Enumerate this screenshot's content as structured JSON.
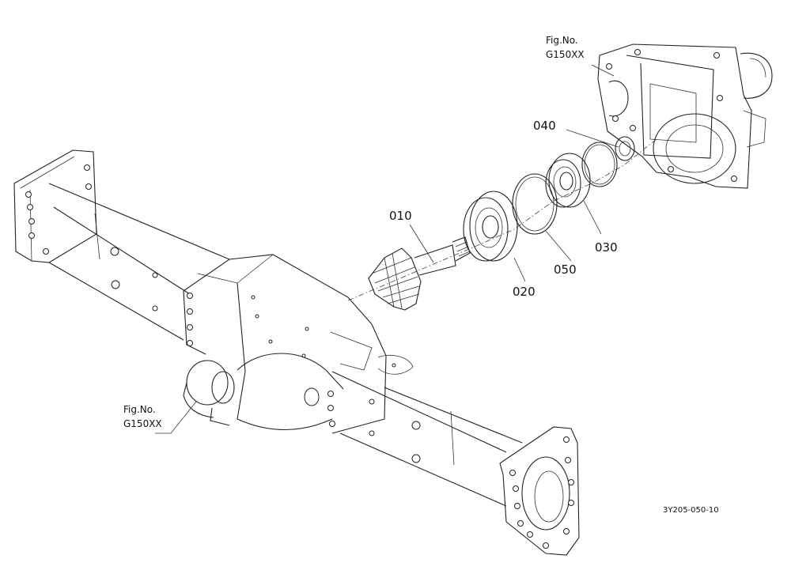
{
  "parts": [
    {
      "id": "010"
    },
    {
      "id": "020"
    },
    {
      "id": "030"
    },
    {
      "id": "040"
    },
    {
      "id": "050"
    }
  ],
  "fig_refs": [
    {
      "line1": "Fig.No.",
      "line2": "G150XX"
    },
    {
      "line1": "Fig.No.",
      "line2": "G150XX"
    }
  ],
  "drawing_code": "3Y205-050-10",
  "colors": {
    "line": "#222222",
    "background": "#ffffff"
  }
}
